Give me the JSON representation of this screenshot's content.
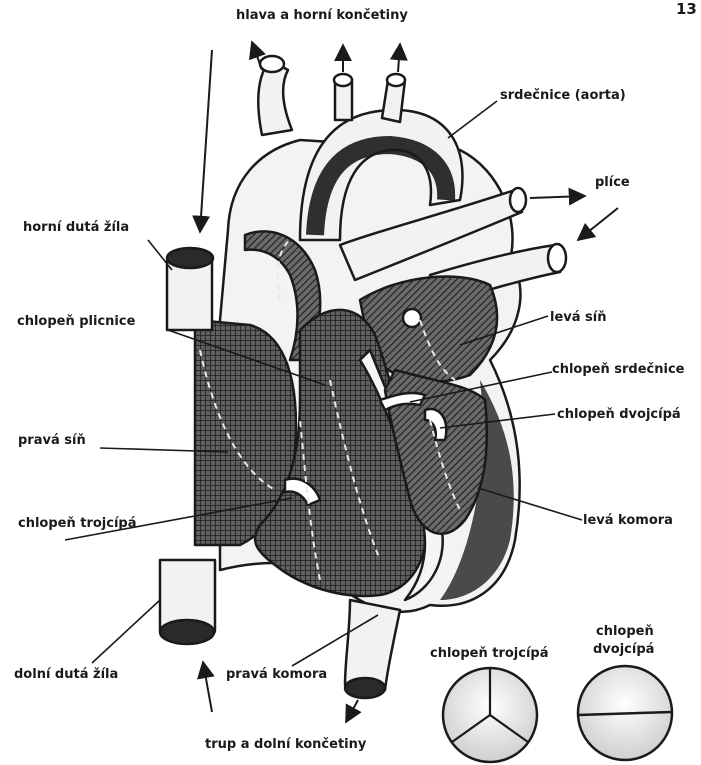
{
  "page_number": "13",
  "labels": {
    "head_limbs": "hlava a horní končetiny",
    "aorta": "srdečnice (aorta)",
    "lungs": "plíce",
    "superior_vena_cava": "horní dutá žíla",
    "pulmonary_valve": "chlopeň plicnice",
    "left_atrium": "levá síň",
    "aortic_valve": "chlopeň srdečnice",
    "mitral_valve": "chlopeň dvojcípá",
    "right_atrium": "pravá síň",
    "tricuspid_valve": "chlopeň trojcípá",
    "left_ventricle": "levá komora",
    "inferior_vena_cava": "dolní dutá žíla",
    "right_ventricle": "pravá komora",
    "trunk_lower_limbs": "trup a dolní končetiny"
  },
  "valve_insets": {
    "tricuspid_title": "chlopeň trojcípá",
    "bicuspid_title_line1": "chlopeň",
    "bicuspid_title_line2": "dvojcípá"
  },
  "colors": {
    "outline": "#1a1a1a",
    "chamber_fill": "#555555",
    "vessel_fill": "#f2f2f2",
    "valve_fill": "#e6e6e6"
  }
}
